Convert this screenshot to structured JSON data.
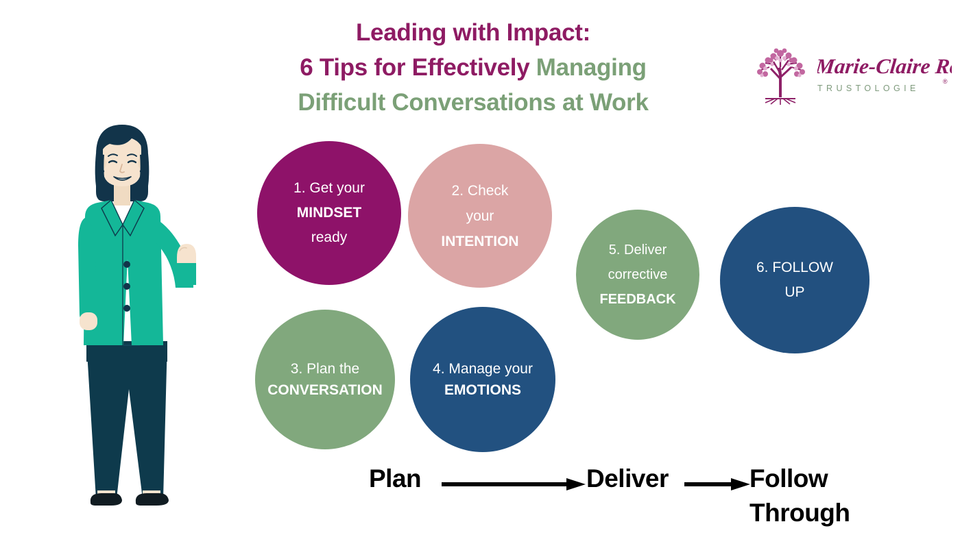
{
  "title": {
    "line1": "Leading with Impact:",
    "line2_purple": "6 Tips for Effectively ",
    "line2_green": "Managing",
    "line3": "Difficult Conversations at Work",
    "color_purple": "#8E1B63",
    "color_green": "#7BA077"
  },
  "logo": {
    "brand": "Marie-Claire Ross",
    "tagline": "TRUSTOLOGIE",
    "registered_mark": "®",
    "tree_icon": "tree-icon",
    "tagline_color": "#7E9A7C",
    "brand_color": "#8E1B63"
  },
  "person": {
    "alt": "illustration-woman-raising-fist",
    "hair_color": "#12344A",
    "skin_color": "#F6E3CE",
    "blazer_color": "#14B798",
    "shirt_color": "#FFFFFF",
    "trouser_color": "#0E3A4C",
    "shoe_color": "#111C22"
  },
  "bubbles": [
    {
      "id": 1,
      "number": "1.",
      "line1": "Get your",
      "keyword": "MINDSET",
      "line3": "ready",
      "color": "#8E1269",
      "text_color": "#FFFFFF"
    },
    {
      "id": 2,
      "number": "2.",
      "line1": "Check",
      "line2": "your",
      "keyword": "INTENTION",
      "color": "#DBA5A5",
      "text_color": "#FFFFFF"
    },
    {
      "id": 3,
      "number": "3.",
      "line1": "Plan the",
      "keyword": "CONVERSATION",
      "color": "#81A87D",
      "text_color": "#FFFFFF"
    },
    {
      "id": 4,
      "number": "4.",
      "line1": "Manage your",
      "keyword": "EMOTIONS",
      "color": "#225180",
      "text_color": "#FFFFFF"
    },
    {
      "id": 5,
      "number": "5.",
      "line1": "Deliver",
      "line2": "corrective",
      "keyword": "FEEDBACK",
      "color": "#81A87D",
      "text_color": "#FFFFFF"
    },
    {
      "id": 6,
      "number": "6.",
      "line1": "FOLLOW",
      "line2": "UP",
      "color": "#22507F",
      "text_color": "#FFFFFF"
    }
  ],
  "flow": {
    "step1": "Plan",
    "step2": "Deliver",
    "step3_line1": "Follow",
    "step3_line2": "Through",
    "arrow1": "arrow-right-icon",
    "arrow2": "arrow-right-icon",
    "color": "#000000"
  }
}
